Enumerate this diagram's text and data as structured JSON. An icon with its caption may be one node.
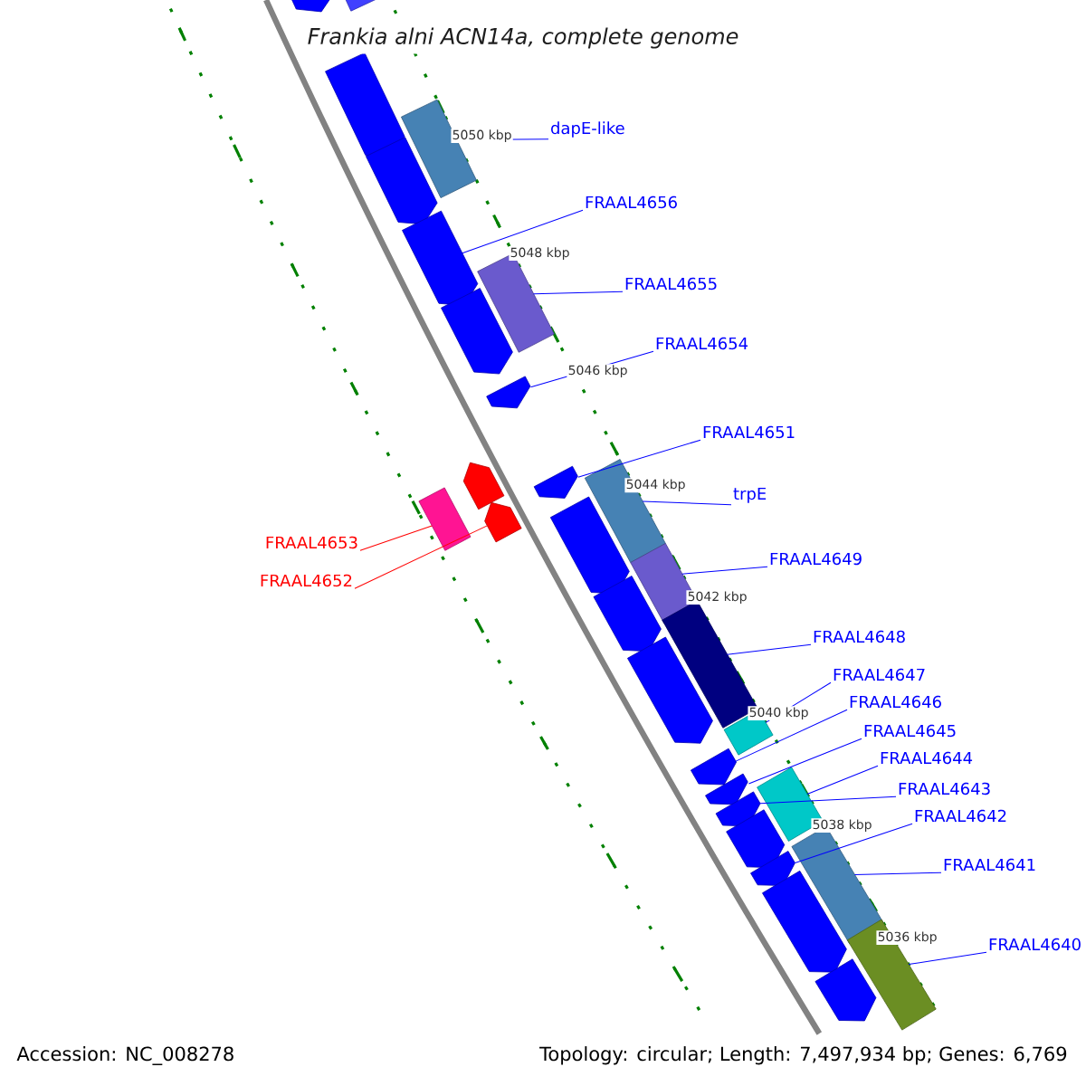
{
  "diagram": {
    "title": "Frankia alni ACN14a, complete genome",
    "nodes": [
      {
        "text": [
          "dapE-like"
        ]
      },
      {
        "text": [
          "FRAAL4656"
        ]
      },
      {
        "text": [
          "FRAAL4655"
        ]
      },
      {
        "text": [
          "FRAAL4654"
        ]
      },
      {
        "text": [
          "FRAAL4651"
        ]
      },
      {
        "text": [
          "trpE"
        ]
      },
      {
        "text": [
          "FRAAL4653"
        ]
      },
      {
        "text": [
          "FRAAL4649"
        ]
      },
      {
        "text": [
          "FRAAL4652"
        ]
      },
      {
        "text": [
          "FRAAL4648"
        ]
      },
      {
        "text": [
          "FRAAL4647"
        ]
      },
      {
        "text": [
          "FRAAL4646"
        ]
      },
      {
        "text": [
          "FRAAL4645"
        ]
      },
      {
        "text": [
          "FRAAL4644"
        ]
      },
      {
        "text": [
          "FRAAL4643"
        ]
      },
      {
        "text": [
          "FRAAL4642"
        ]
      },
      {
        "text": [
          "FRAAL4641"
        ]
      },
      {
        "text": [
          "FRAAL4640"
        ]
      },
      {
        "text": [],
        "shape": "arrow"
      },
      {
        "text": [],
        "shape": "box"
      },
      {
        "text": [],
        "shape": "arrow"
      },
      {
        "text": [],
        "shape": "box"
      },
      {
        "text": [],
        "shape": "arrow"
      },
      {
        "text": [],
        "shape": "arrow"
      },
      {
        "text": [],
        "shape": "box"
      },
      {
        "text": [],
        "shape": "arrow"
      },
      {
        "text": [],
        "shape": "arrow"
      },
      {
        "text": [],
        "shape": "arrow"
      },
      {
        "text": [],
        "shape": "box"
      },
      {
        "text": [],
        "shape": "arrow"
      },
      {
        "text": [],
        "shape": "arrow"
      },
      {
        "text": [],
        "shape": "box"
      },
      {
        "text": [],
        "shape": "arrow"
      },
      {
        "text": [],
        "shape": "box"
      },
      {
        "text": [],
        "shape": "arrow"
      },
      {
        "text": [],
        "shape": "box"
      },
      {
        "text": [],
        "shape": "arrow"
      },
      {
        "text": [],
        "shape": "box"
      },
      {
        "text": [],
        "shape": "arrow"
      },
      {
        "text": [],
        "shape": "arrow"
      },
      {
        "text": [],
        "shape": "box"
      },
      {
        "text": [],
        "shape": "arrow"
      },
      {
        "text": [],
        "shape": "arrow"
      },
      {
        "text": [],
        "shape": "box"
      },
      {
        "text": [],
        "shape": "arrow"
      },
      {
        "text": [],
        "shape": "arrow"
      },
      {
        "text": [],
        "shape": "box"
      },
      {
        "text": [],
        "shape": "arrow"
      }
    ],
    "edges": [
      {
        "from": 0,
        "to": 21,
        "arrow": "none"
      },
      {
        "from": 1,
        "to": 23,
        "arrow": "none"
      },
      {
        "from": 2,
        "to": 24,
        "arrow": "none"
      },
      {
        "from": 3,
        "to": 26,
        "arrow": "none"
      },
      {
        "from": 4,
        "to": 30,
        "arrow": "none"
      },
      {
        "from": 5,
        "to": 31,
        "arrow": "none"
      },
      {
        "from": 6,
        "to": 28,
        "arrow": "none",
        "color": "#ff0000"
      },
      {
        "from": 7,
        "to": 33,
        "arrow": "none"
      },
      {
        "from": 8,
        "to": 29,
        "arrow": "none",
        "color": "#ff0000"
      },
      {
        "from": 9,
        "to": 35,
        "arrow": "none"
      },
      {
        "from": 10,
        "to": 37,
        "arrow": "none"
      },
      {
        "from": 11,
        "to": 38,
        "arrow": "none"
      },
      {
        "from": 12,
        "to": 39,
        "arrow": "none"
      },
      {
        "from": 13,
        "to": 40,
        "arrow": "none"
      },
      {
        "from": 14,
        "to": 41,
        "arrow": "none"
      },
      {
        "from": 15,
        "to": 44,
        "arrow": "none"
      },
      {
        "from": 16,
        "to": 43,
        "arrow": "none"
      },
      {
        "from": 17,
        "to": 46,
        "arrow": "none"
      }
    ],
    "labels": [
      "5050 kbp",
      "5048 kbp",
      "5046 kbp",
      "5044 kbp",
      "5042 kbp",
      "5040 kbp",
      "5038 kbp",
      "5036 kbp",
      "Accession: NC_008278",
      "Topology: circular; Length: 7,497,934 bp; Genes: 6,769"
    ]
  }
}
